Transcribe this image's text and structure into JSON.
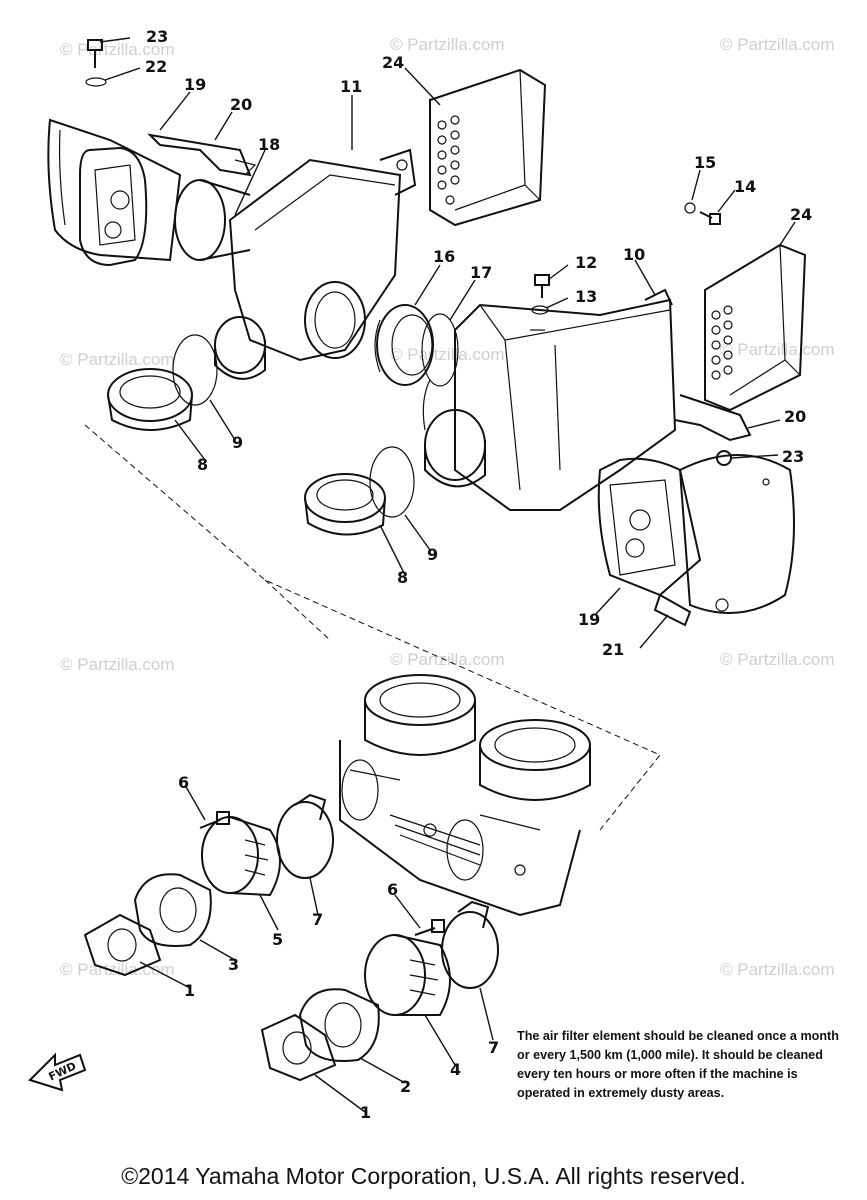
{
  "watermarks": [
    {
      "text": "© Partzilla.com"
    },
    {
      "text": "© Partzilla.com"
    },
    {
      "text": "© Partzilla.com"
    },
    {
      "text": "© Partzilla.com"
    },
    {
      "text": "© Partzilla.com"
    },
    {
      "text": "© Partzilla.com"
    },
    {
      "text": "© Partzilla.com"
    },
    {
      "text": "© Partzilla.com"
    },
    {
      "text": "© Partzilla.com"
    },
    {
      "text": "© Partzilla.com"
    },
    {
      "text": "© Partzilla.com"
    }
  ],
  "callouts": {
    "c23a": "23",
    "c22": "22",
    "c19a": "19",
    "c20a": "20",
    "c11": "11",
    "c24a": "24",
    "c18": "18",
    "c16": "16",
    "c17": "17",
    "c12": "12",
    "c13": "13",
    "c10": "10",
    "c15": "15",
    "c14": "14",
    "c24b": "24",
    "c20b": "20",
    "c23b": "23",
    "c9a": "9",
    "c8a": "8",
    "c9b": "9",
    "c8b": "8",
    "c19b": "19",
    "c21": "21",
    "c6a": "6",
    "c7a": "7",
    "c5": "5",
    "c3": "3",
    "c1a": "1",
    "c6b": "6",
    "c7b": "7",
    "c4": "4",
    "c2": "2",
    "c1b": "1"
  },
  "fwd_label": "FWD",
  "note_text": "The air filter element should be cleaned once a month or every 1,500 km (1,000 mile). It should be cleaned every ten hours or more often if the machine is operated in extremely dusty areas.",
  "copyright": "©2014 Yamaha Motor Corporation, U.S.A. All rights reserved."
}
